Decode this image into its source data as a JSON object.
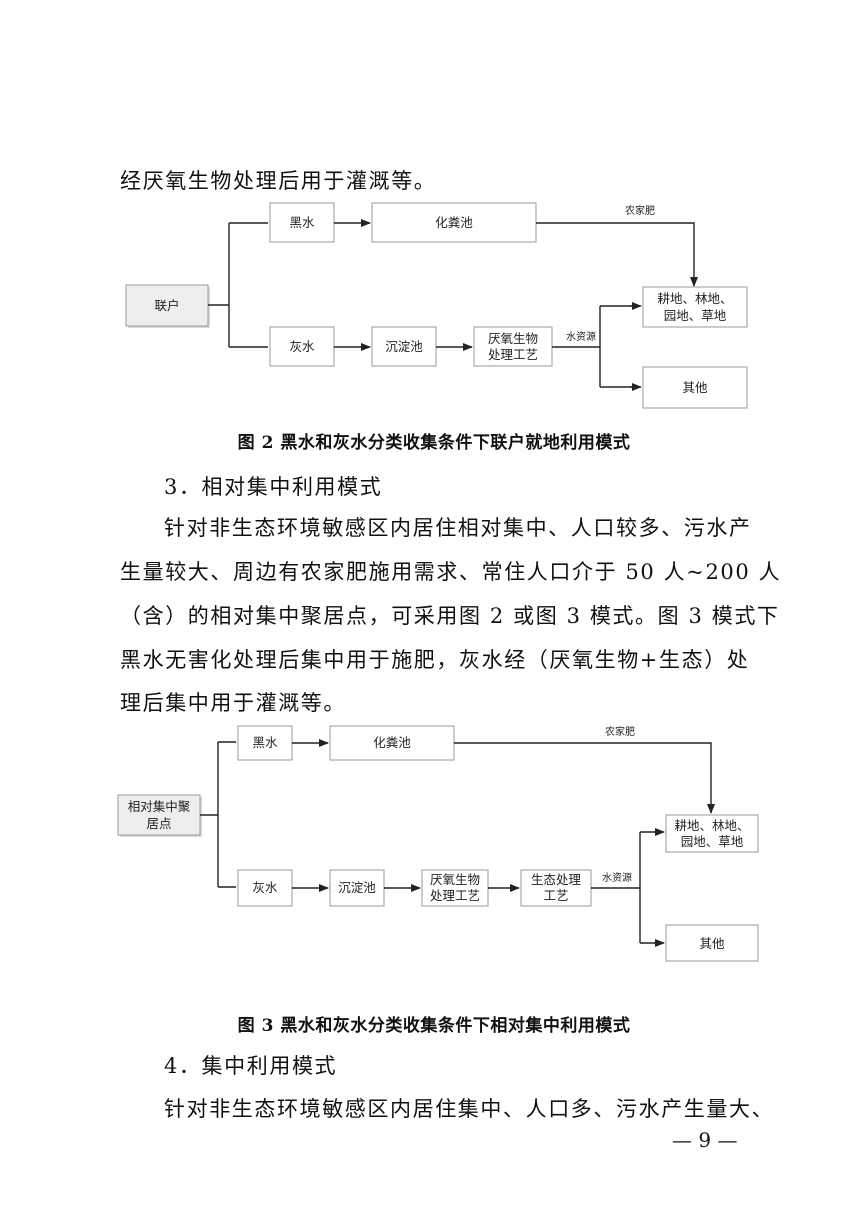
{
  "text": {
    "line1": "经厌氧生物处理后用于灌溉等。",
    "section3": "3．相对集中利用模式",
    "para3_1": "针对非生态环境敏感区内居住相对集中、人口较多、污水产",
    "para3_2": "生量较大、周边有农家肥施用需求、常住人口介于 50 人~200 人",
    "para3_3": "（含）的相对集中聚居点，可采用图 2 或图 3 模式。图 3 模式下",
    "para3_4": "黑水无害化处理后集中用于施肥，灰水经（厌氧生物+生态）处",
    "para3_5": "理后集中用于灌溉等。",
    "section4": "4．集中利用模式",
    "para4_1": "针对非生态环境敏感区内居住集中、人口多、污水产生量大、",
    "page_number": "— 9 —"
  },
  "figure2": {
    "caption": "图 2  黑水和灰水分类收集条件下联户就地利用模式",
    "source": "联户",
    "black_water": "黑水",
    "septic_tank": "化粪池",
    "manure_label": "农家肥",
    "gray_water": "灰水",
    "sedimentation": "沉淀池",
    "anaerobic_line1": "厌氧生物",
    "anaerobic_line2": "处理工艺",
    "water_resource_label": "水资源",
    "land_line1": "耕地、林地、",
    "land_line2": "园地、草地",
    "other": "其他"
  },
  "figure3": {
    "caption": "图 3  黑水和灰水分类收集条件下相对集中利用模式",
    "source_line1": "相对集中聚",
    "source_line2": "居点",
    "black_water": "黑水",
    "septic_tank": "化粪池",
    "manure_label": "农家肥",
    "gray_water": "灰水",
    "sedimentation": "沉淀池",
    "anaerobic_line1": "厌氧生物",
    "anaerobic_line2": "处理工艺",
    "eco_line1": "生态处理",
    "eco_line2": "工艺",
    "water_resource_label": "水资源",
    "land_line1": "耕地、林地、",
    "land_line2": "园地、草地",
    "other": "其他"
  }
}
